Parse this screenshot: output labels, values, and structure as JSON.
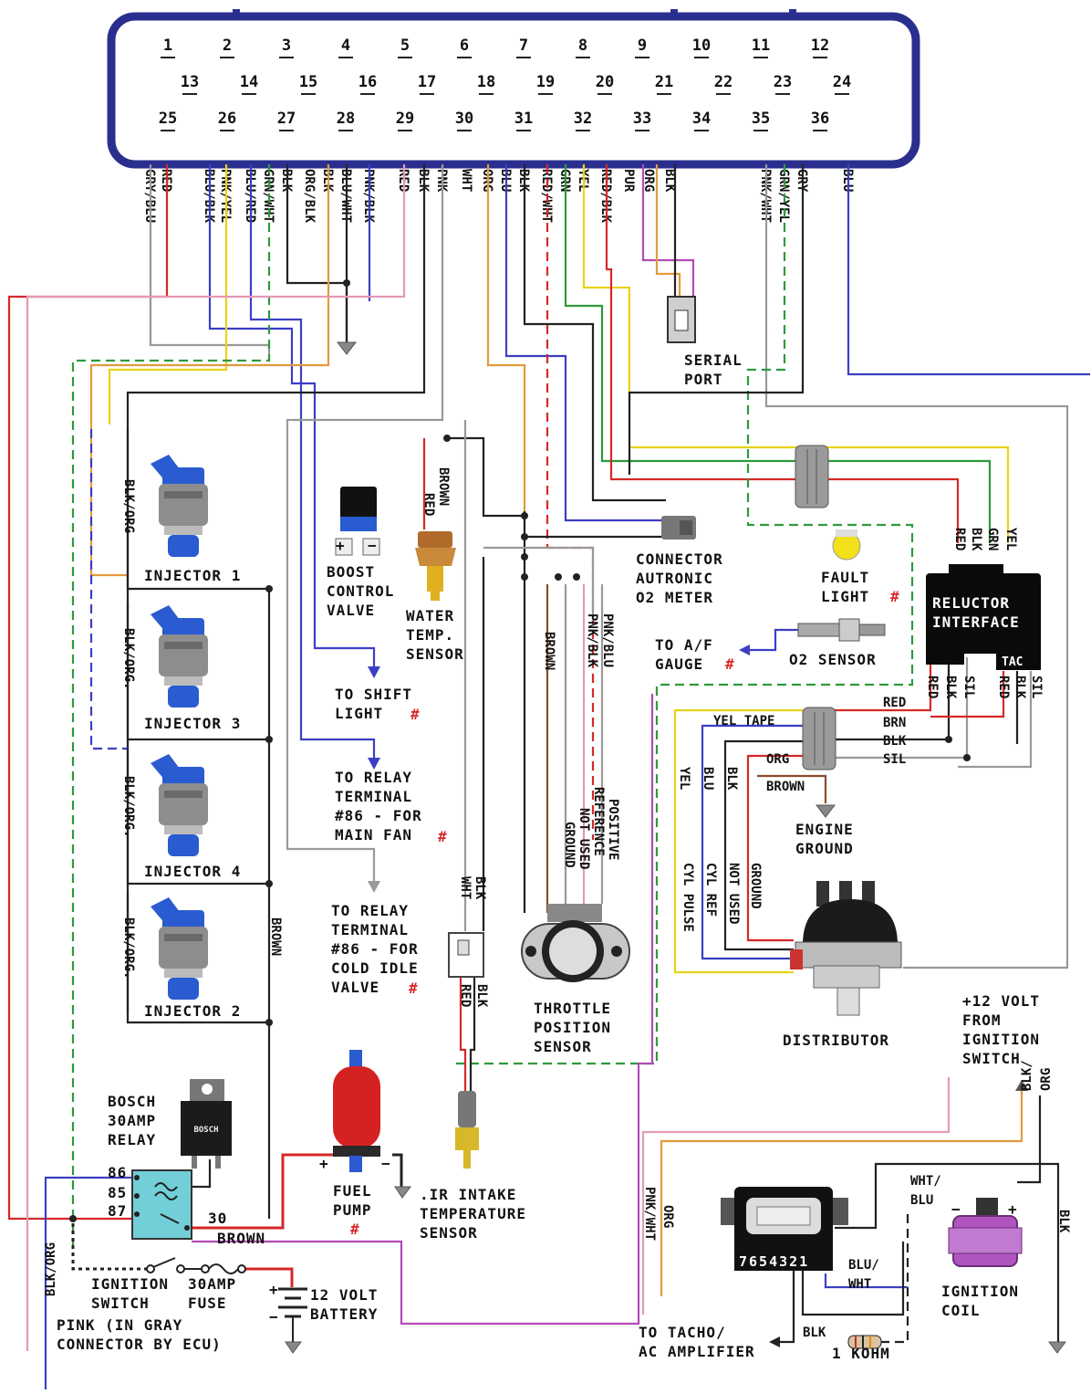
{
  "ecu": {
    "pins_row1": [
      "1",
      "2",
      "3",
      "4",
      "5",
      "6",
      "7",
      "8",
      "9",
      "10",
      "11",
      "12"
    ],
    "pins_row2": [
      "13",
      "14",
      "15",
      "16",
      "17",
      "18",
      "19",
      "20",
      "21",
      "22",
      "23",
      "24"
    ],
    "pins_row3": [
      "25",
      "26",
      "27",
      "28",
      "29",
      "30",
      "31",
      "32",
      "33",
      "34",
      "35",
      "36"
    ]
  },
  "wire_labels": [
    "GRY/BLU",
    "RED",
    "BLU/BLK",
    "PNK/YEL",
    "BLU/RED",
    "GRN/WHT",
    "BLK",
    "ORG/BLK",
    "BLK",
    "BLU/WHT",
    "PNK/BLK",
    "RED",
    "BLK",
    "PNK",
    "WHT",
    "ORG",
    "BLU",
    "BLK",
    "RED/WHT",
    "GRN",
    "YEL",
    "RED/BLK",
    "PUR",
    "ORG",
    "BLK",
    "PNK/WHT",
    "GRN/YEL",
    "GRY",
    "BLU"
  ],
  "components": {
    "serial_port": "SERIAL\nPORT",
    "injector_1": "INJECTOR 1",
    "injector_3": "INJECTOR 3",
    "injector_4": "INJECTOR 4",
    "injector_2": "INJECTOR 2",
    "injector_wire": "BLK/ORG",
    "injector_wire_2": "BLK/ORG.",
    "boost_valve": "BOOST\nCONTROL\nVALVE",
    "water_temp": "WATER\nTEMP.\nSENSOR",
    "connector_o2": "CONNECTOR\nAUTRONIC\nO2 METER",
    "fault_light": "FAULT\nLIGHT",
    "reluctor": "RELUCTOR\nINTERFACE",
    "tac": "TAC",
    "o2_sensor": "O2 SENSOR",
    "af_gauge": "TO A/F\nGAUGE",
    "shift_light": "TO SHIFT\nLIGHT",
    "main_fan": "TO RELAY\nTERMINAL\n#86 - FOR\nMAIN FAN",
    "cold_idle": "TO RELAY\nTERMINAL\n#86 - FOR\nCOLD IDLE\nVALVE",
    "engine_ground": "ENGINE\nGROUND",
    "distributor": "DISTRIBUTOR",
    "tps": "THROTTLE\nPOSITION\nSENSOR",
    "ignition_feed": "+12 VOLT\nFROM\nIGNITION\nSWITCH",
    "relay": "BOSCH\n30AMP\nRELAY",
    "fuel_pump": "FUEL\nPUMP",
    "iat": ".IR INTAKE\nTEMPERATURE\nSENSOR",
    "ignition_switch": "IGNITION\nSWITCH",
    "fuse": "30AMP\nFUSE",
    "battery": "12 VOLT\nBATTERY",
    "pink_note": "PINK (IN GRAY\nCONNECTOR BY ECU)",
    "tacho": "TO TACHO/\nAC AMPLIFIER",
    "resistor": "1 KOHM",
    "ignition_coil": "IGNITION\nCOIL",
    "module_pins": "7654321"
  },
  "misc_labels": {
    "brown": "BROWN",
    "red": "RED",
    "pnk_blu": "PNK/BLU",
    "pnk_blk": "PNK/BLK",
    "positive": "POSITIVE",
    "reference": "REFERENCE",
    "not_used": "NOT USED",
    "ground": "GROUND",
    "yel_tape": "YEL TAPE",
    "brn": "BRN",
    "blk": "BLK",
    "sil": "SIL",
    "org": "ORG",
    "yel": "YEL",
    "blu": "BLU",
    "grn": "GRN",
    "cyl_pulse": "CYL PULSE",
    "cyl_ref": "CYL REF",
    "wht": "WHT",
    "blk_wht": "BLK\nWHT",
    "pin_86": "86",
    "pin_85": "85",
    "pin_87": "87",
    "pin_30": "30",
    "blk_org": "BLK/ORG",
    "blk_org_slash": "BLK/\nORG",
    "wht_blu": "WHT/\nBLU",
    "blu_wht": "BLU/\nWHT",
    "pnk_wht": "PNK/WHT",
    "hash": "#",
    "plus": "+",
    "minus": "−"
  },
  "colors": {
    "ecu_border": "#2a2f8f",
    "red": "#d62828",
    "blue": "#3b3fc4",
    "green": "#2e9a3a",
    "yellow": "#e8d21a",
    "orange": "#e39a3b",
    "pink": "#e39ab5",
    "purple": "#b34ab7",
    "gray": "#999999",
    "black": "#222222",
    "brown": "#8a4b2a"
  }
}
